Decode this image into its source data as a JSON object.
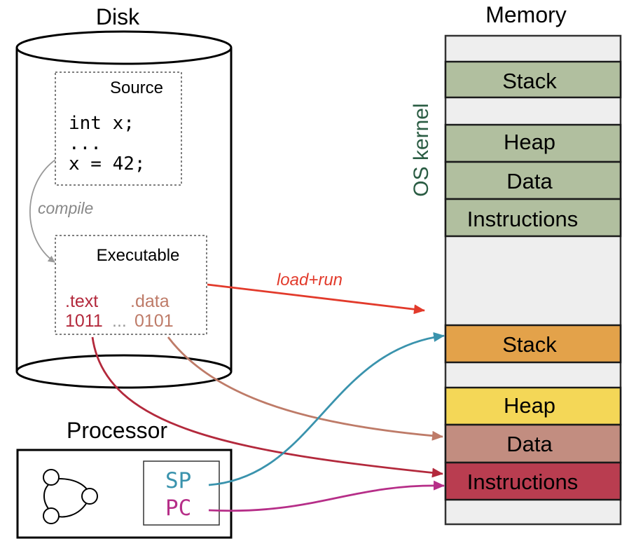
{
  "disk": {
    "title": "Disk",
    "source": {
      "title": "Source",
      "code_lines": [
        "int x;",
        "...",
        "x = 42;"
      ]
    },
    "compile_label": "compile",
    "executable": {
      "title": "Executable",
      "text_label": ".text",
      "data_label": ".data",
      "text_bits": "1011",
      "ellipsis": "...",
      "data_bits": "0101"
    }
  },
  "load_run_label": "load+run",
  "processor": {
    "title": "Processor",
    "sp_label": "SP",
    "pc_label": "PC"
  },
  "memory": {
    "title": "Memory",
    "kernel_label": "OS kernel",
    "kernel_segments": [
      {
        "label": "Stack"
      },
      {
        "label": "Heap"
      },
      {
        "label": "Data"
      },
      {
        "label": "Instructions"
      }
    ],
    "user_segments": [
      {
        "label": "Stack"
      },
      {
        "label": "Heap"
      },
      {
        "label": "Data"
      },
      {
        "label": "Instructions"
      }
    ]
  },
  "colors": {
    "kernel_segment": "#b1bf9f",
    "memory_background": "#eeeeee",
    "user_stack": "#e3a24a",
    "user_heap": "#f4d757",
    "user_data": "#c28d80",
    "user_instructions": "#b93d50",
    "kernel_text": "#2a5c43",
    "load_run_arrow": "#e23a2b",
    "text_section": "#b3293c",
    "data_section": "#be7b68",
    "sp": "#3a93ad",
    "pc": "#b62e88",
    "compile_arrow": "#999999"
  }
}
